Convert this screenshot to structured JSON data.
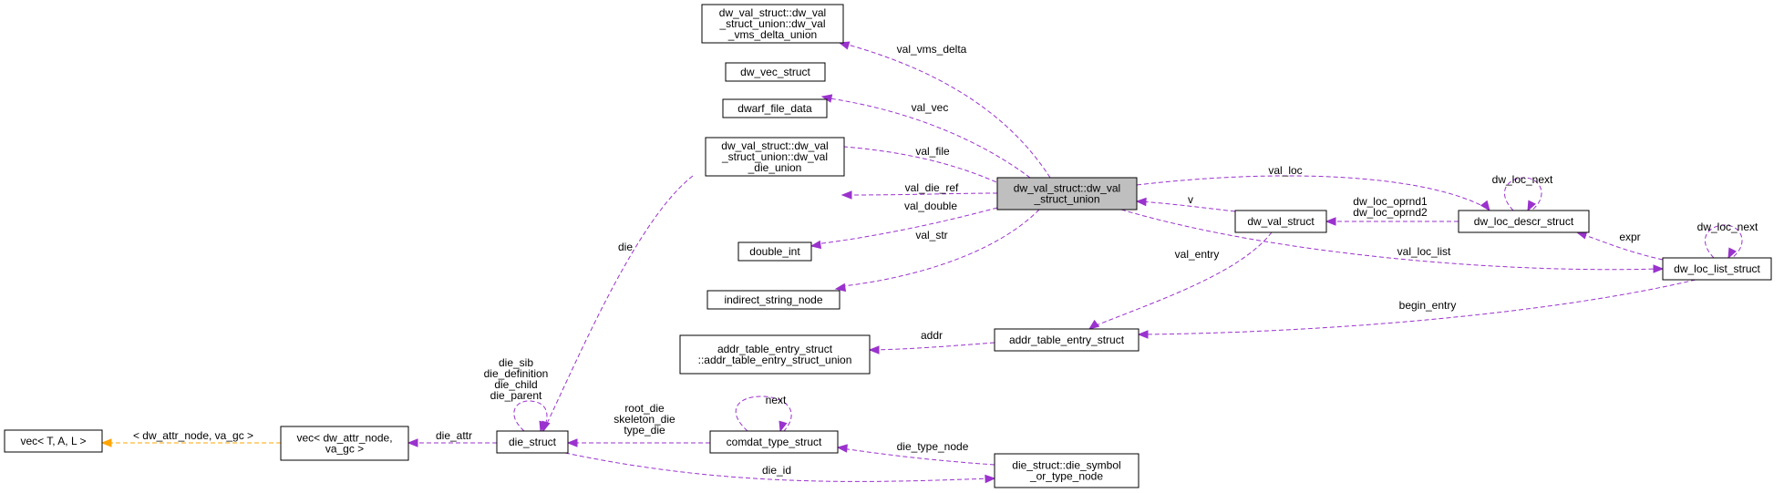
{
  "diagram": {
    "nodes": {
      "dw_val_struct_union": [
        "dw_val_struct::dw_val",
        "_struct_union"
      ],
      "vms_delta_union": [
        "dw_val_struct::dw_val",
        "_struct_union::dw_val",
        "_vms_delta_union"
      ],
      "dw_vec_struct": [
        "dw_vec_struct"
      ],
      "dwarf_file_data": [
        "dwarf_file_data"
      ],
      "die_union": [
        "dw_val_struct::dw_val",
        "_struct_union::dw_val",
        "_die_union"
      ],
      "double_int": [
        "double_int"
      ],
      "indirect_string_node": [
        "indirect_string_node"
      ],
      "addr_table_union": [
        "addr_table_entry_struct",
        "::addr_table_entry_struct_union"
      ],
      "addr_table_entry_struct": [
        "addr_table_entry_struct"
      ],
      "dw_val_struct": [
        "dw_val_struct"
      ],
      "dw_loc_descr_struct": [
        "dw_loc_descr_struct"
      ],
      "dw_loc_list_struct": [
        "dw_loc_list_struct"
      ],
      "vec_tal": [
        "vec< T, A, L >"
      ],
      "vec_dw_attr": [
        "vec< dw_attr_node,",
        "va_gc >"
      ],
      "die_struct": [
        "die_struct"
      ],
      "comdat_type_struct": [
        "comdat_type_struct"
      ],
      "die_symbol_or_type_node": [
        "die_struct::die_symbol",
        "_or_type_node"
      ]
    },
    "edge_labels": {
      "val_vms_delta": [
        "val_vms_delta"
      ],
      "val_vec": [
        "val_vec"
      ],
      "val_file": [
        "val_file"
      ],
      "val_die_ref": [
        "val_die_ref"
      ],
      "val_double": [
        "val_double"
      ],
      "val_str": [
        "val_str"
      ],
      "val_loc": [
        "val_loc"
      ],
      "v": [
        "v"
      ],
      "oprnd": [
        "dw_loc_oprnd1",
        "dw_loc_oprnd2"
      ],
      "dw_loc_next_descr": [
        "dw_loc_next"
      ],
      "dw_loc_next_list": [
        "dw_loc_next"
      ],
      "expr": [
        "expr"
      ],
      "val_loc_list": [
        "val_loc_list"
      ],
      "val_entry": [
        "val_entry"
      ],
      "begin_entry": [
        "begin_entry"
      ],
      "addr": [
        "addr"
      ],
      "die": [
        "die"
      ],
      "die_self": [
        "die_sib",
        "die_definition",
        "die_child",
        "die_parent"
      ],
      "tmpl_args": [
        "< dw_attr_node, va_gc >"
      ],
      "die_attr": [
        "die_attr"
      ],
      "root_die": [
        "root_die",
        "skeleton_die",
        "type_die"
      ],
      "next": [
        "next"
      ],
      "die_type_node": [
        "die_type_node"
      ],
      "die_id": [
        "die_id"
      ]
    },
    "colors": {
      "edge": "#9a32cd",
      "template_edge": "#ffa500",
      "focus_fill": "#bfbfbf",
      "node_fill": "#ffffff",
      "node_stroke": "#000000"
    }
  }
}
